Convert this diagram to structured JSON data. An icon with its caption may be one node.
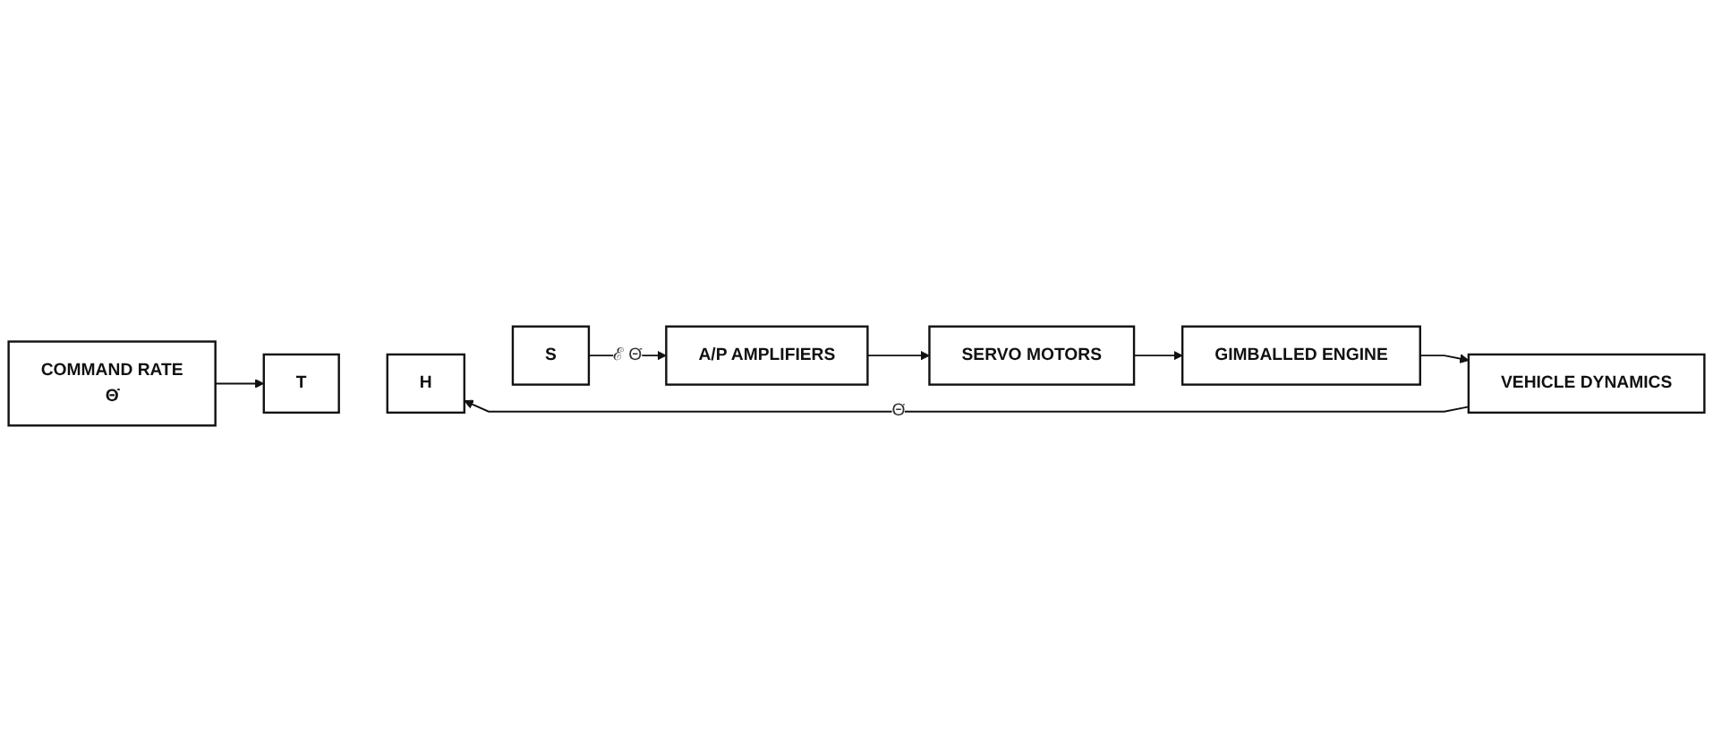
{
  "diagram": {
    "nodes": [
      {
        "text": [
          "COMMAND RATE",
          "Θ̇"
        ]
      },
      {
        "text": [
          "T"
        ]
      },
      {
        "text": [
          "H"
        ]
      },
      {
        "text": [
          "S"
        ]
      },
      {
        "text": [
          "A/P AMPLIFIERS"
        ]
      },
      {
        "text": [
          "SERVO MOTORS"
        ]
      },
      {
        "text": [
          "GIMBALLED ENGINE"
        ]
      },
      {
        "text": [
          "VEHICLE DYNAMICS"
        ]
      }
    ],
    "edges": [
      {
        "from": 0,
        "to": 1,
        "arrow": "to"
      },
      {
        "from": 3,
        "to": 4,
        "label": "ℰ Θ̄",
        "arrow": "to"
      },
      {
        "from": 4,
        "to": 5,
        "arrow": "to"
      },
      {
        "from": 5,
        "to": 6,
        "arrow": "to"
      },
      {
        "from": 6,
        "to": 7,
        "arrow": "to"
      },
      {
        "from": 7,
        "to": 2,
        "label": "Θ̄",
        "arrow": "to"
      }
    ]
  }
}
